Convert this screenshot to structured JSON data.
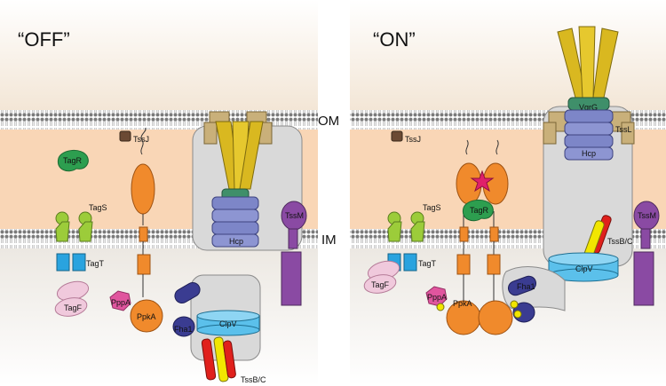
{
  "states": {
    "off": "“OFF”",
    "on": "“ON”"
  },
  "membranes": {
    "outer": "OM",
    "inner": "IM"
  },
  "proteins": {
    "tssj": "TssJ",
    "tagr": "TagR",
    "tags": "TagS",
    "tagt": "TagT",
    "tagf": "TagF",
    "pppa": "PppA",
    "ppka": "PpkA",
    "fha1": "Fha1",
    "clpv": "ClpV",
    "tssbc": "TssB/C",
    "vgrg": "VgrG",
    "hcp": "Hcp",
    "tssl": "TssL",
    "tssm": "TssM"
  },
  "colors": {
    "periplasm": "#f9d6b6",
    "outer_band": "#f6e9d9",
    "membrane": "#8a8a8a",
    "cytoplasm_fill": "#e9e5de",
    "secretion_housing": "#d9d9d9",
    "tagr": "#2d9e4f",
    "tags": "#9ccc3a",
    "tagt": "#29a3df",
    "tagf": "#f0c9dc",
    "pppa": "#e0559e",
    "ppka": "#f08a2c",
    "fha1": "#3a3c91",
    "clpv": "#5bc0eb",
    "tssbc_red": "#e0201c",
    "tssbc_yellow": "#f2e600",
    "vgrg": "#d9b820",
    "hcp": "#7d86c8",
    "tssl": "#c9b07a",
    "tssm": "#8a4aa3",
    "tssj": "#6b4a34",
    "activation_star": "#e0206a"
  }
}
